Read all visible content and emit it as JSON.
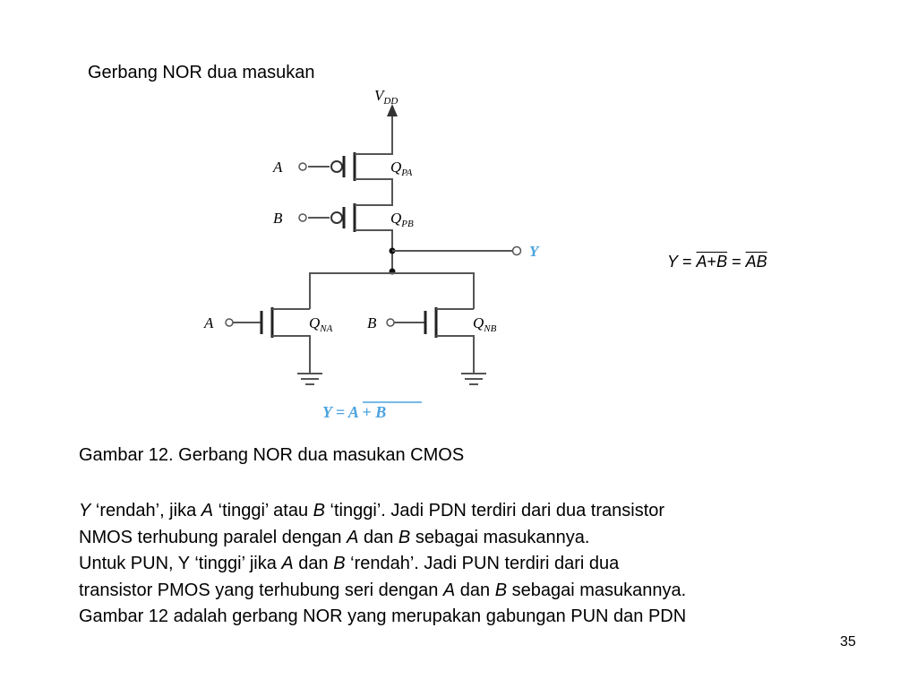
{
  "title": "Gerbang NOR dua masukan",
  "circuit": {
    "vdd_label": "V",
    "vdd_sub": "DD",
    "q_letter": "Q",
    "qpa_sub": "PA",
    "qpb_sub": "PB",
    "qna_sub": "NA",
    "qnb_sub": "NB",
    "input_a": "A",
    "input_b": "B",
    "output_y": "Y",
    "formula_prefix": "Y = ",
    "formula_over": "A + B",
    "accent_color": "#4aa3df"
  },
  "equation": {
    "y": "Y",
    "eq1": " = ",
    "a": "A",
    "plus": "+",
    "b": "B",
    "eq2": " = ",
    "ab": "AB"
  },
  "caption": "Gambar 12. Gerbang NOR dua masukan CMOS",
  "paragraph": {
    "l1_y": "Y",
    "l1_t1": " ‘rendah’, jika ",
    "l1_a": "A",
    "l1_t2": " ‘tinggi’ atau ",
    "l1_b": "B",
    "l1_t3": " ‘tinggi’. Jadi PDN terdiri dari dua transistor",
    "l2_t1": "NMOS terhubung paralel dengan ",
    "l2_a": "A",
    "l2_t2": " dan ",
    "l2_b": "B",
    "l2_t3": " sebagai masukannya.",
    "l3_t1": "Untuk PUN, Y ‘tinggi’ jika ",
    "l3_a": "A",
    "l3_t2": " dan ",
    "l3_b": "B",
    "l3_t3": " ‘rendah’. Jadi PUN terdiri dari dua",
    "l4_t1": "transistor PMOS yang terhubung seri dengan ",
    "l4_a": "A",
    "l4_t2": " dan ",
    "l4_b": "B",
    "l4_t3": " sebagai masukannya.",
    "l5": "Gambar 12 adalah gerbang NOR yang merupakan gabungan PUN dan PDN"
  },
  "page_number": "35"
}
